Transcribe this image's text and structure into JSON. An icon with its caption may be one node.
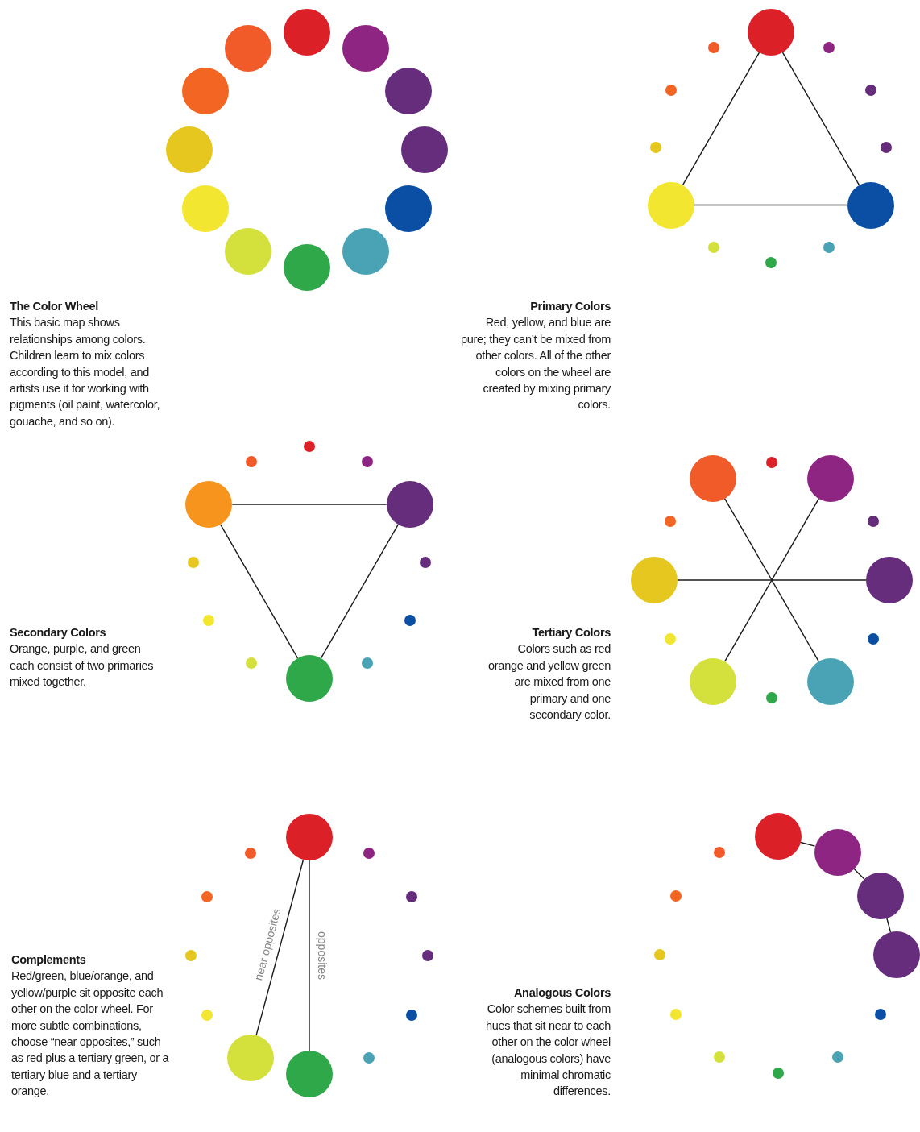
{
  "diagram": {
    "nodes": [
      {
        "text": [],
        "shape": "circle"
      },
      {
        "text": [],
        "shape": "circle"
      },
      {
        "text": [],
        "shape": "circle"
      },
      {
        "text": [],
        "shape": "circle"
      },
      {
        "text": [],
        "shape": "circle"
      },
      {
        "text": [],
        "shape": "circle"
      },
      {
        "text": [],
        "shape": "circle"
      },
      {
        "text": [],
        "shape": "circle"
      },
      {
        "text": [],
        "shape": "circle"
      },
      {
        "text": [],
        "shape": "circle"
      },
      {
        "text": [],
        "shape": "circle"
      },
      {
        "text": [],
        "shape": "circle"
      },
      {
        "text": [],
        "shape": "circle"
      },
      {
        "text": [],
        "shape": "circle"
      },
      {
        "text": [],
        "shape": "circle"
      },
      {
        "text": [],
        "shape": "circle"
      },
      {
        "text": [],
        "shape": "circle"
      },
      {
        "text": [],
        "shape": "circle"
      },
      {
        "text": [],
        "shape": "circle"
      },
      {
        "text": [],
        "shape": "circle"
      },
      {
        "text": [],
        "shape": "circle"
      },
      {
        "text": [],
        "shape": "circle"
      },
      {
        "text": [],
        "shape": "circle"
      },
      {
        "text": [],
        "shape": "circle"
      },
      {
        "text": [],
        "shape": "circle"
      },
      {
        "text": [],
        "shape": "circle"
      },
      {
        "text": [],
        "shape": "circle"
      },
      {
        "text": [],
        "shape": "circle"
      },
      {
        "text": [],
        "shape": "circle"
      },
      {
        "text": [],
        "shape": "circle"
      },
      {
        "text": [],
        "shape": "circle"
      },
      {
        "text": [],
        "shape": "circle"
      },
      {
        "text": [],
        "shape": "circle"
      },
      {
        "text": [],
        "shape": "circle"
      },
      {
        "text": [],
        "shape": "circle"
      },
      {
        "text": [],
        "shape": "circle"
      },
      {
        "text": [],
        "shape": "circle"
      },
      {
        "text": [],
        "shape": "circle"
      },
      {
        "text": [],
        "shape": "circle"
      },
      {
        "text": [],
        "shape": "circle"
      },
      {
        "text": [],
        "shape": "circle"
      },
      {
        "text": [],
        "shape": "circle"
      },
      {
        "text": [],
        "shape": "circle"
      },
      {
        "text": [],
        "shape": "circle"
      },
      {
        "text": [],
        "shape": "circle"
      },
      {
        "text": [],
        "shape": "circle"
      },
      {
        "text": [],
        "shape": "circle"
      },
      {
        "text": [],
        "shape": "circle"
      },
      {
        "text": [],
        "shape": "circle"
      },
      {
        "text": [],
        "shape": "circle"
      },
      {
        "text": [],
        "shape": "circle"
      },
      {
        "text": [],
        "shape": "circle"
      },
      {
        "text": [],
        "shape": "circle"
      },
      {
        "text": [],
        "shape": "circle"
      },
      {
        "text": [],
        "shape": "circle"
      },
      {
        "text": [],
        "shape": "circle"
      },
      {
        "text": [],
        "shape": "circle"
      },
      {
        "text": [],
        "shape": "circle"
      },
      {
        "text": [],
        "shape": "circle"
      },
      {
        "text": [],
        "shape": "circle"
      },
      {
        "text": [],
        "shape": "circle"
      },
      {
        "text": [],
        "shape": "circle"
      },
      {
        "text": [],
        "shape": "circle"
      },
      {
        "text": [],
        "shape": "circle"
      },
      {
        "text": [],
        "shape": "circle"
      },
      {
        "text": [],
        "shape": "circle"
      },
      {
        "text": [],
        "shape": "circle"
      },
      {
        "text": [],
        "shape": "circle"
      },
      {
        "text": [],
        "shape": "circle"
      },
      {
        "text": [],
        "shape": "circle"
      },
      {
        "text": [],
        "shape": "circle"
      },
      {
        "text": [],
        "shape": "circle"
      }
    ],
    "edges": [
      {
        "from": 12,
        "to": 20,
        "arrow": "none"
      },
      {
        "from": 12,
        "to": 16,
        "arrow": "none"
      },
      {
        "from": 20,
        "to": 16,
        "arrow": "none"
      },
      {
        "from": 34,
        "to": 26,
        "arrow": "none"
      },
      {
        "from": 34,
        "to": 30,
        "arrow": "none"
      },
      {
        "from": 26,
        "to": 30,
        "arrow": "none"
      },
      {
        "from": 47,
        "to": 41,
        "arrow": "none"
      },
      {
        "from": 37,
        "to": 43,
        "arrow": "none"
      },
      {
        "from": 45,
        "to": 39,
        "arrow": "none"
      },
      {
        "from": 48,
        "to": 55,
        "arrow": "none",
        "label": "near opposites"
      },
      {
        "from": 48,
        "to": 54,
        "arrow": "none",
        "label": "opposites"
      },
      {
        "from": 60,
        "to": 61,
        "arrow": "none"
      },
      {
        "from": 61,
        "to": 62,
        "arrow": "none"
      },
      {
        "from": 62,
        "to": 63,
        "arrow": "none"
      }
    ],
    "labels": [
      "The Color Wheel",
      "This basic map shows relationships among colors. Children learn to mix colors according to this model, and artists use it for working with pigments (oil paint, watercolor, gouache, and so on).",
      "Primary Colors",
      "Red, yellow, and blue are pure; they can’t be mixed from other colors. All of the other colors on the wheel are created by mixing primary colors.",
      "Secondary Colors",
      "Orange, purple, and green each consist of two primaries mixed together.",
      "Tertiary Colors",
      "Colors such as red orange and yellow green are mixed from one primary and one secondary color.",
      "Complements",
      "Red/green, blue/orange, and yellow/purple sit opposite each other on the color wheel. For more subtle combinations, choose “near opposites,” such as red plus a tertiary green, or a tertiary blue and a tertiary orange.",
      "Analogous Colors",
      "Color schemes built from hues that sit near to each other on the color wheel (analogous colors) have minimal chromatic differences."
    ]
  }
}
